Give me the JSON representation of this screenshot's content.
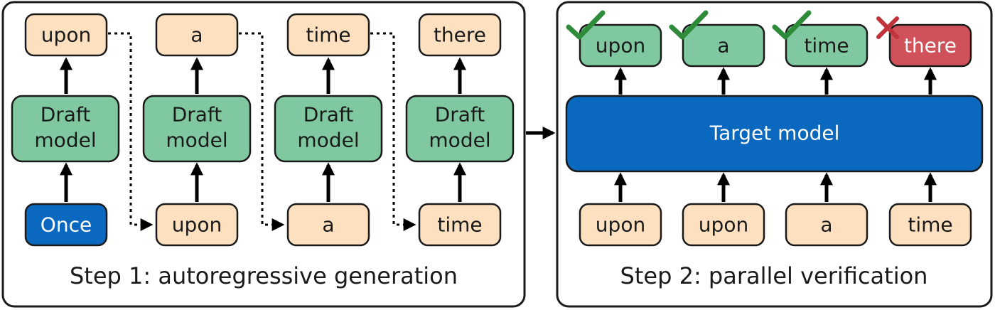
{
  "step1": {
    "caption": "Step 1: autoregressive generation",
    "outputs": [
      "upon",
      "a",
      "time",
      "there"
    ],
    "draft_label_line1": "Draft",
    "draft_label_line2": "model",
    "inputs": [
      "Once",
      "upon",
      "a",
      "time"
    ]
  },
  "step2": {
    "caption": "Step 2: parallel verification",
    "outputs": [
      "upon",
      "a",
      "time",
      "there"
    ],
    "output_status": [
      "accepted",
      "accepted",
      "accepted",
      "rejected"
    ],
    "target_label": "Target model",
    "inputs": [
      "upon",
      "upon",
      "a",
      "time"
    ]
  },
  "colors": {
    "token": "#fde0c0",
    "draft": "#80c9a0",
    "start": "#0a68bf",
    "target": "#0a68bf",
    "accepted": "#80c9a0",
    "rejected": "#cf5159",
    "check": "#2e8b3a",
    "cross": "#c0333b"
  },
  "icons": [
    "check-icon",
    "cross-icon",
    "arrow-icon"
  ]
}
